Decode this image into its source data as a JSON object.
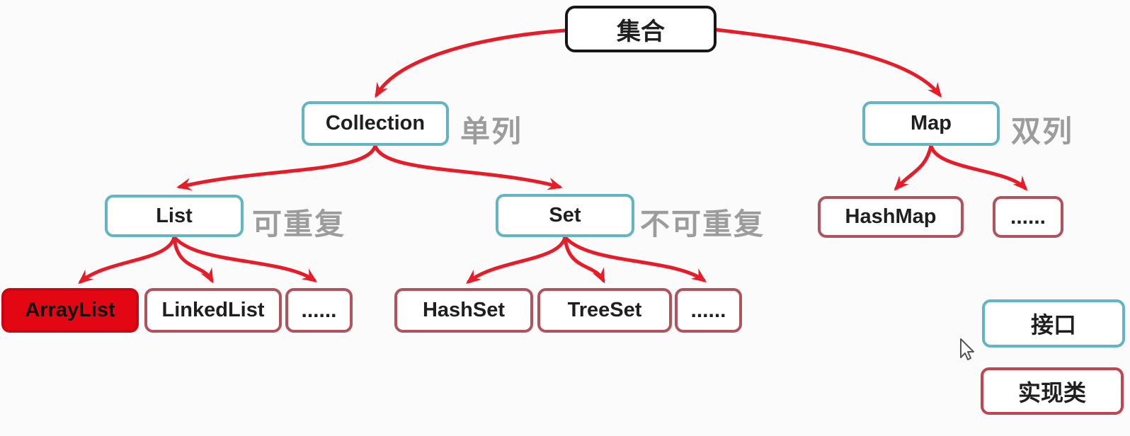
{
  "nodes": {
    "root": {
      "label": "集合"
    },
    "collection": {
      "label": "Collection"
    },
    "map": {
      "label": "Map"
    },
    "list": {
      "label": "List"
    },
    "set": {
      "label": "Set"
    },
    "arraylist": {
      "label": "ArrayList"
    },
    "linkedlist": {
      "label": "LinkedList"
    },
    "list_more": {
      "label": "......"
    },
    "hashset": {
      "label": "HashSet"
    },
    "treeset": {
      "label": "TreeSet"
    },
    "set_more": {
      "label": "......"
    },
    "hashmap": {
      "label": "HashMap"
    },
    "map_more": {
      "label": "......"
    }
  },
  "annotations": {
    "collection": "单列",
    "map": "双列",
    "list": "可重复",
    "set": "不可重复"
  },
  "legend": {
    "interface": "接口",
    "implementation": "实现类"
  },
  "edges": [
    [
      "集合",
      "Collection"
    ],
    [
      "集合",
      "Map"
    ],
    [
      "Collection",
      "List"
    ],
    [
      "Collection",
      "Set"
    ],
    [
      "List",
      "ArrayList"
    ],
    [
      "List",
      "LinkedList"
    ],
    [
      "List",
      "......"
    ],
    [
      "Set",
      "HashSet"
    ],
    [
      "Set",
      "TreeSet"
    ],
    [
      "Set",
      "......"
    ],
    [
      "Map",
      "HashMap"
    ],
    [
      "Map",
      "......"
    ]
  ],
  "colors": {
    "interface_border": "#62b5c2",
    "implementation_border": "#b2525c",
    "legend_impl_border": "#c24450",
    "root_border": "#161616",
    "arrow": "#e71c29",
    "highlight_fill": "#e30613",
    "annotation_text": "#9c9c9c"
  }
}
